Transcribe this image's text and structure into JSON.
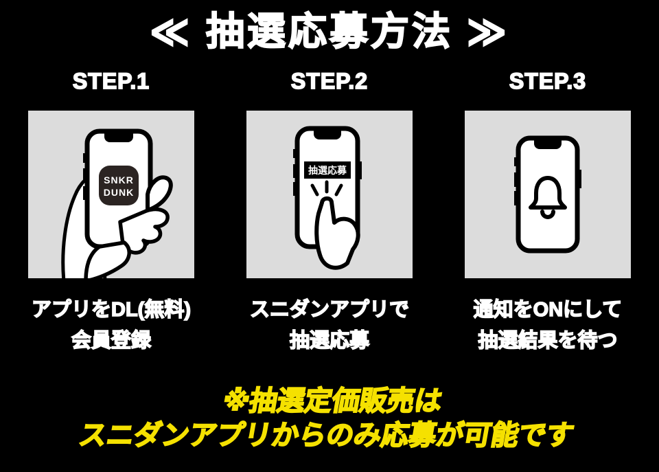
{
  "title": "≪ 抽選応募方法 ≫",
  "steps": [
    {
      "label": "STEP.1",
      "caption": [
        "アプリをDL(無料)",
        "会員登録"
      ],
      "illustration": "hand-holding-phone-with-snkr-dunk-app",
      "app_icon": {
        "line1": "SNKR",
        "line2": "DUNK"
      }
    },
    {
      "label": "STEP.2",
      "caption": [
        "スニダンアプリで",
        "抽選応募"
      ],
      "illustration": "finger-tapping-lottery-entry-button",
      "phone_button": "抽選応募"
    },
    {
      "label": "STEP.3",
      "caption": [
        "通知をONにして",
        "抽選結果を待つ"
      ],
      "illustration": "phone-with-notification-bell"
    }
  ],
  "footer_note": [
    "※抽選定価販売は",
    "スニダンアプリからのみ応募が可能です"
  ],
  "colors": {
    "background": "#000000",
    "card_background": "#dcdcdc",
    "text_white": "#ffffff",
    "note_yellow": "#f5e100",
    "illustration_ink": "#000000",
    "app_icon_background": "#2b2422"
  }
}
